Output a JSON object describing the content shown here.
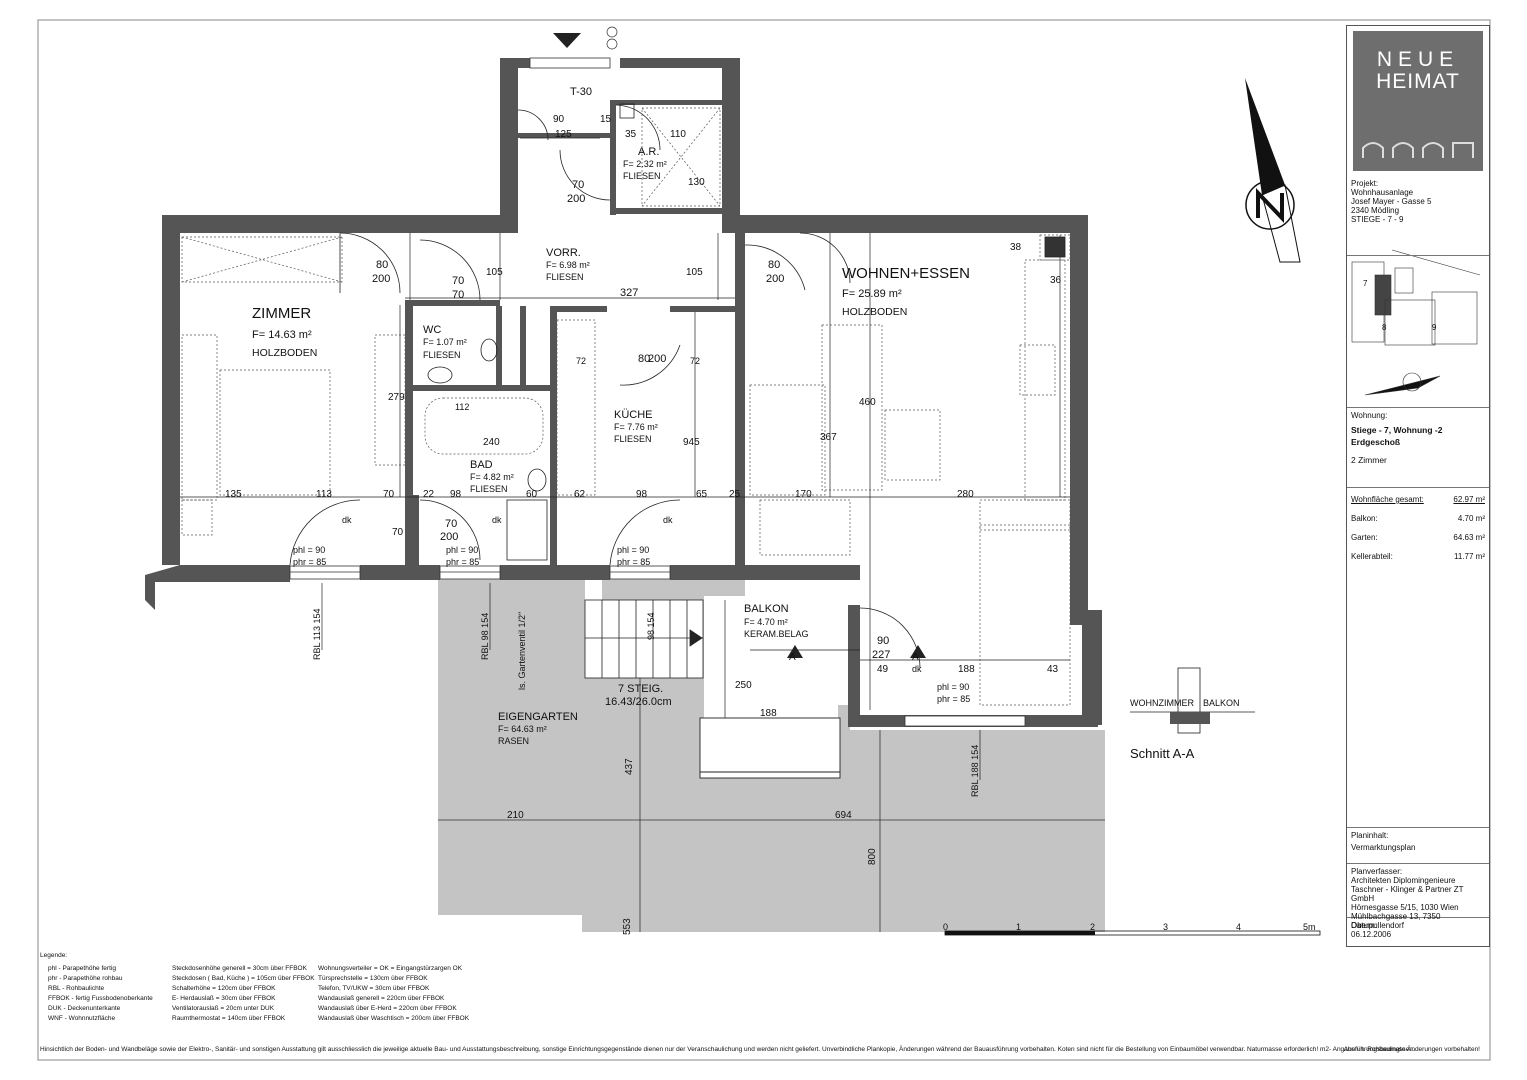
{
  "rooms": {
    "zimmer": {
      "name": "ZIMMER",
      "area": "F= 14.63 m²",
      "floor": "HOLZBODEN"
    },
    "wc": {
      "name": "WC",
      "area": "F= 1.07 m²",
      "floor": "FLIESEN"
    },
    "vorr": {
      "name": "VORR.",
      "area": "F= 6.98 m²",
      "floor": "FLIESEN"
    },
    "ar": {
      "name": "A.R.",
      "area": "F= 2.32 m²",
      "floor": "FLIESEN"
    },
    "bad": {
      "name": "BAD",
      "area": "F= 4.82 m²",
      "floor": "FLIESEN"
    },
    "kueche": {
      "name": "KÜCHE",
      "area": "F= 7.76 m²",
      "floor": "FLIESEN"
    },
    "wohnen": {
      "name": "WOHNEN+ESSEN",
      "area": "F= 25.89 m²",
      "floor": "HOLZBODEN"
    },
    "balkon": {
      "name": "BALKON",
      "area": "F= 4.70 m²",
      "floor": "KERAM.BELAG"
    },
    "garten": {
      "name": "EIGENGARTEN",
      "area": "F= 64.63 m²",
      "floor": "RASEN"
    }
  },
  "stair": {
    "line1": "7 STEIG.",
    "line2": "16.43/26.0cm"
  },
  "labels": {
    "t30": "T-30",
    "gartenventil": "ls. Gartenventil 1/2\"",
    "schnitt": "Schnitt A-A",
    "schnitt_left": "WOHNZIMMER",
    "schnitt_right": "BALKON",
    "section_mark": "A"
  },
  "dims": {
    "d_90a": "90",
    "d_125": "125",
    "d_15": "15",
    "d_35": "35",
    "d_110": "110",
    "d_70": "70",
    "d_200": "200",
    "d_130": "130",
    "d_80": "80",
    "d_105": "105",
    "d_327": "327",
    "d_38": "38",
    "d_36": "36",
    "d_279": "279",
    "d_135": "135",
    "d_113": "113",
    "d_22": "22",
    "d_98": "98",
    "d_60": "60",
    "d_62": "62",
    "d_65": "65",
    "d_25": "25",
    "d_170": "170",
    "d_280": "280",
    "d_460": "460",
    "d_367": "367",
    "d_945": "945",
    "d_240": "240",
    "d_112": "112",
    "d_72": "72",
    "d_250": "250",
    "d_188": "188",
    "d_227": "227",
    "d_49": "49",
    "d_43": "43",
    "d_437": "437",
    "d_210": "210",
    "d_694": "694",
    "d_800": "800",
    "d_553": "553",
    "phl90": "phl = 90",
    "phr85": "phr = 85",
    "dk": "dk",
    "rbl1": "RBL 113 154",
    "rbl2": "RBL 98 154",
    "rbl3": "RBL 188 154",
    "rbl4": "98 154"
  },
  "scale": {
    "ticks": [
      "0",
      "1",
      "2",
      "3",
      "4",
      "5m"
    ]
  },
  "titleblock": {
    "logo_line1": "NEUE",
    "logo_line2": "HEIMAT",
    "projekt_label": "Projekt:",
    "projekt": [
      "Wohnhausanlage",
      "Josef Mayer - Gasse 5",
      "2340 Mödling",
      "STIEGE - 7 - 9"
    ],
    "site_nums": [
      "7",
      "8",
      "9"
    ],
    "wohnung_label": "Wohnung:",
    "wohnung": "Stiege - 7, Wohnung -2",
    "geschoss": "Erdgeschoß",
    "zimmer": "2 Zimmer",
    "areas": [
      {
        "label": "Wohnfläche gesamt:",
        "value": "62.97 m²"
      },
      {
        "label": "Balkon:",
        "value": "4.70 m²"
      },
      {
        "label": "Garten:",
        "value": "64.63 m²"
      },
      {
        "label": "Kellerabteil:",
        "value": "11.77 m²"
      }
    ],
    "planinhalt_label": "Planinhalt:",
    "planinhalt": "Vermarktungsplan",
    "verfasser_label": "Planverfasser:",
    "verfasser": [
      "Architekten Diplomingenieure",
      "Taschner - Klinger & Partner ZT GmbH",
      "Hörnesgasse 5/15, 1030 Wien",
      "Mühlbachgasse 13, 7350 Oberpullendorf"
    ],
    "datum_label": "Datum:",
    "datum": "06.12.2006"
  },
  "legend": {
    "title": "Legende:",
    "col1": [
      "phl   -  Parapethöhe fertig",
      "phr   -  Parapethöhe rohbau",
      "RBL   -  Rohbaulichte",
      "FFBOK -  fertig Fussbodenoberkante",
      "DUK   -  Deckenunterkante",
      "WNF   -  Wohnnutzfläche"
    ],
    "col2": [
      "Steckdosenhöhe generell = 30cm über FFBOK",
      "Steckdosen ( Bad, Küche ) = 105cm über FFBOK",
      "Schalterhöhe = 120cm über FFBOK",
      "E- Herdauslaß = 30cm über FFBOK",
      "Ventilatorauslaß = 20cm unter DUK",
      "Raumthermostat = 140cm über FFBOK"
    ],
    "col3": [
      "Wohnungsverteiler = OK = Eingangstürzargen OK",
      "Türsprechstelle = 130cm über FFBOK",
      "Telefon, TV/UKW = 30cm über FFBOK",
      "Wandauslaß generell = 220cm über FFBOK",
      "Wandauslaß über E-Herd = 220cm über FFBOK",
      "Wandauslaß über Waschtisch = 200cm über FFBOK"
    ]
  },
  "footnote": "Hinsichtlich der Boden- und Wandbeläge sowie der Elektro-, Sanitär- und sonstigen Ausstattung gilt ausschliesslich die jeweilige aktuelle Bau- und Ausstattungsbeschreibung, sonstige Einrichtungsgegenstände dienen nur der Veranschaulichung und werden nicht geliefert. Unverbindliche Plankopie, Änderungen während der Bauausführung vorbehalten. Koten sind nicht für die Bestellung von Einbaumöbel verwendbar. Naturmasse erforderlich! m2- Angaben lt. Rohbaumassen.",
  "footnote_right": "Ausführungsbedingte Änderungen vorbehalten!",
  "colors": {
    "wall": "#555555",
    "garden": "#c4c4c4",
    "logo": "#6e6e6e"
  }
}
